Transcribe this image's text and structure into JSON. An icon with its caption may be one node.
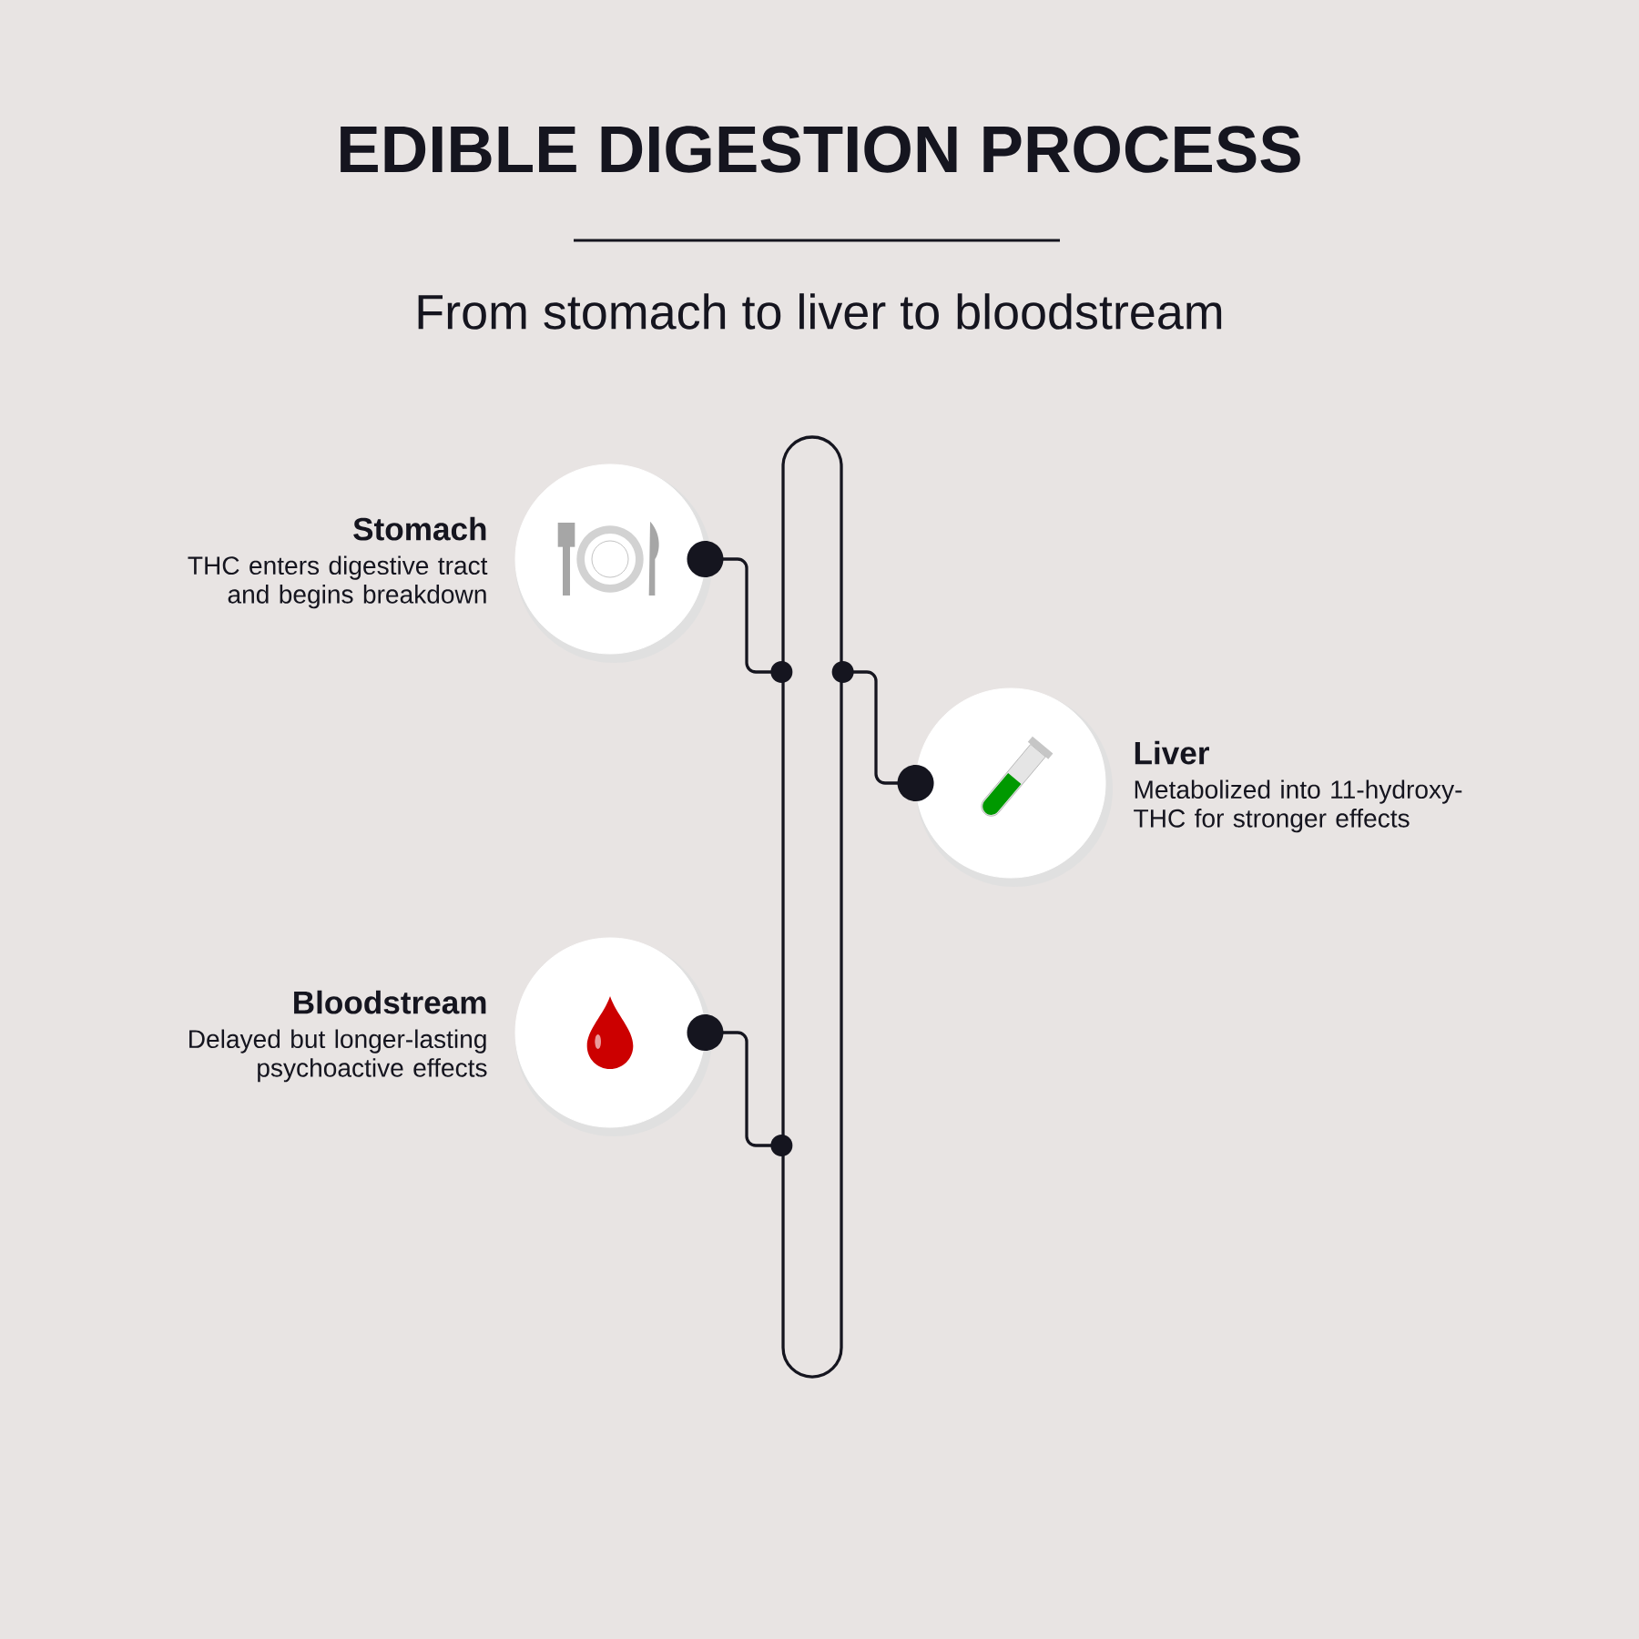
{
  "diagram": {
    "title": "EDIBLE DIGESTION PROCESS",
    "caption": "From stomach to liver to bloodstream",
    "nodes": [
      {
        "text": [
          "Stomach",
          "THC enters digestive tract and begins breakdown"
        ]
      },
      {
        "text": [
          "Liver",
          "Metabolized into 11-hydroxy-THC for stronger effects"
        ]
      },
      {
        "text": [
          "Bloodstream",
          "Delayed but longer-lasting psychoactive effects"
        ]
      },
      {
        "text": [],
        "shape": "bar"
      }
    ],
    "edges": [
      {
        "from": 0,
        "to": 3,
        "arrow": "other"
      },
      {
        "from": 3,
        "to": 1,
        "arrow": "other"
      },
      {
        "from": 2,
        "to": 3,
        "arrow": "other"
      }
    ]
  }
}
